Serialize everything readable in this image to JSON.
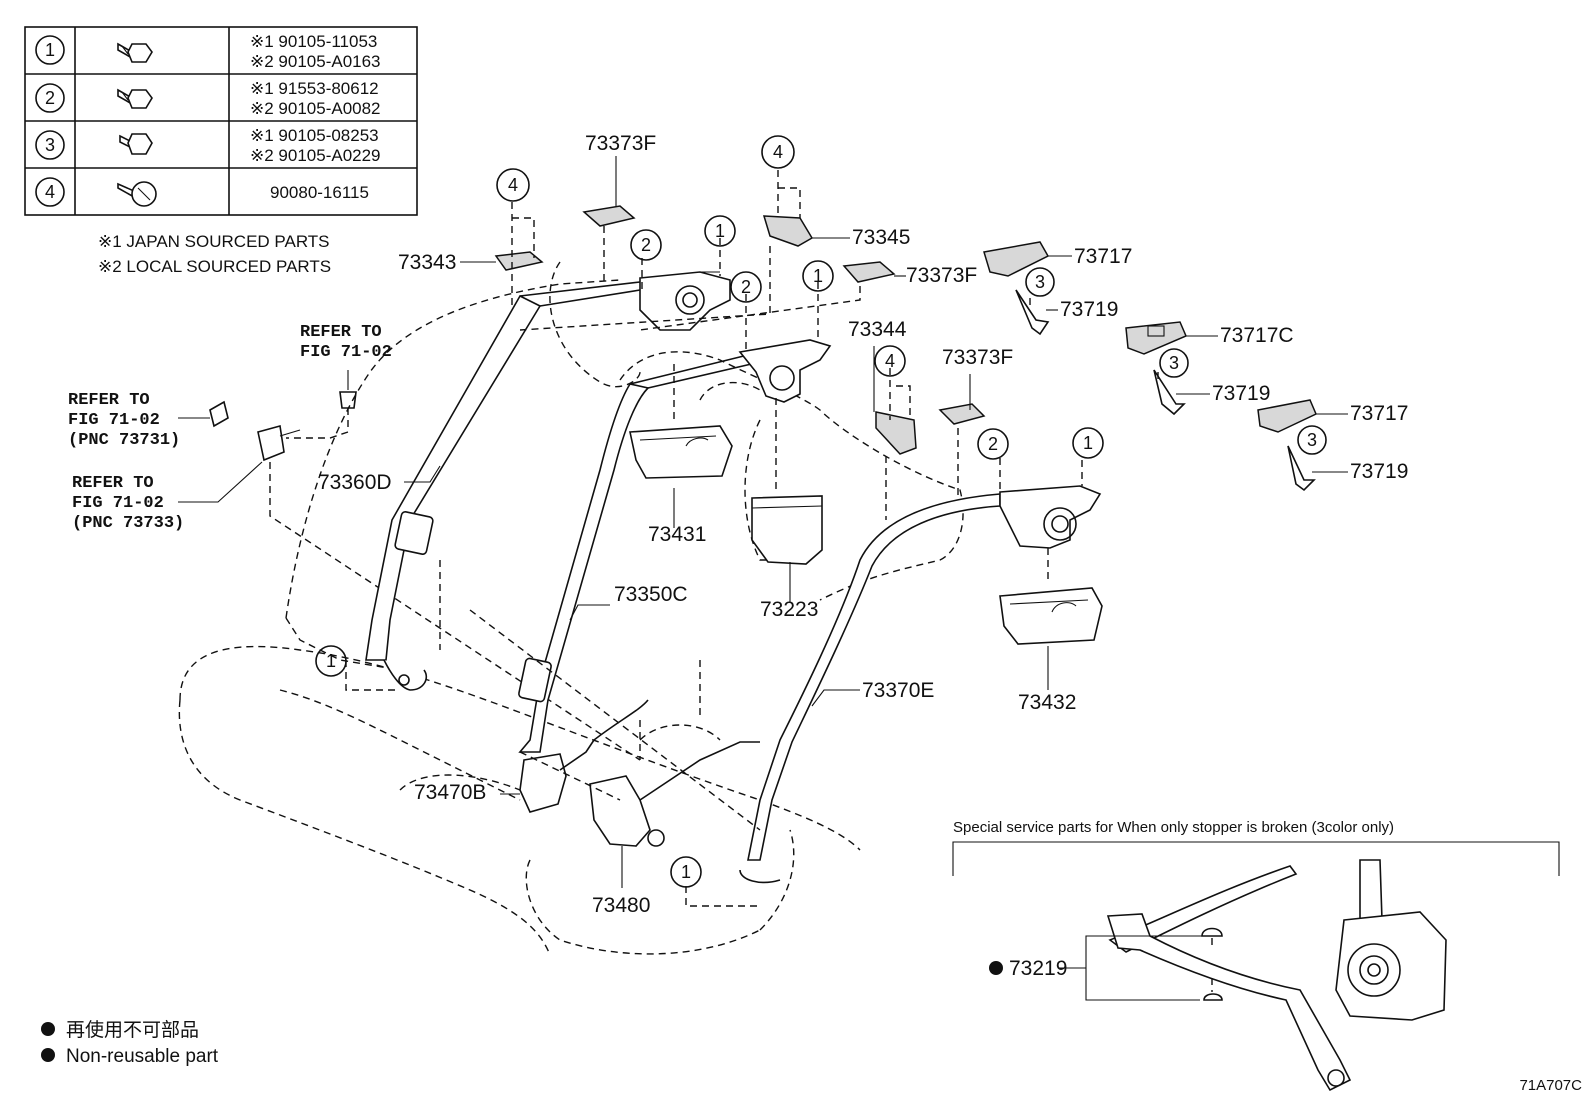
{
  "fastener_table": {
    "rows": [
      {
        "ref": "1",
        "icon": "bolt-icon",
        "line1": "※1 90105-11053",
        "line2": "※2 90105-A0163"
      },
      {
        "ref": "2",
        "icon": "bolt-icon",
        "line1": "※1 91553-80612",
        "line2": "※2 90105-A0082"
      },
      {
        "ref": "3",
        "icon": "bolt-icon",
        "line1": "※1 90105-08253",
        "line2": "※2 90105-A0229"
      },
      {
        "ref": "4",
        "icon": "screw-icon",
        "line1": "90080-16115",
        "line2": ""
      }
    ]
  },
  "source_notes": {
    "japan": "※1  JAPAN SOURCED PARTS",
    "local": "※2  LOCAL SOURCED PARTS"
  },
  "refer_notes": {
    "top": {
      "line1": "REFER TO",
      "line2": "FIG 71-02"
    },
    "mid": {
      "line1": "REFER TO",
      "line2": "FIG 71-02",
      "line3": "(PNC 73731)"
    },
    "low": {
      "line1": "REFER TO",
      "line2": "FIG 71-02",
      "line3": "(PNC 73733)"
    }
  },
  "part_labels": {
    "p73373F_a": "73373F",
    "p73373F_b": "73373F",
    "p73373F_c": "73373F",
    "p73343": "73343",
    "p73345": "73345",
    "p73717_a": "73717",
    "p73719_a": "73719",
    "p73717C": "73717C",
    "p73719_b": "73719",
    "p73717_b": "73717",
    "p73719_c": "73719",
    "p73344": "73344",
    "p73360D": "73360D",
    "p73431": "73431",
    "p73223": "73223",
    "p73350C": "73350C",
    "p73370E": "73370E",
    "p73432": "73432",
    "p73470B": "73470B",
    "p73480": "73480",
    "p73219": "73219"
  },
  "callouts": {
    "c1a": "1",
    "c1b": "1",
    "c1c": "1",
    "c1d": "1",
    "c1e": "1",
    "c2a": "2",
    "c2b": "2",
    "c2c": "2",
    "c3a": "3",
    "c3b": "3",
    "c3c": "3",
    "c4a": "4",
    "c4b": "4",
    "c4c": "4"
  },
  "special_box": {
    "title": "Special service parts for When only stopper is broken (3color only)"
  },
  "legend": {
    "jp": "再使用不可部品",
    "en": "Non-reusable part"
  },
  "diagram_code": "71A707C"
}
